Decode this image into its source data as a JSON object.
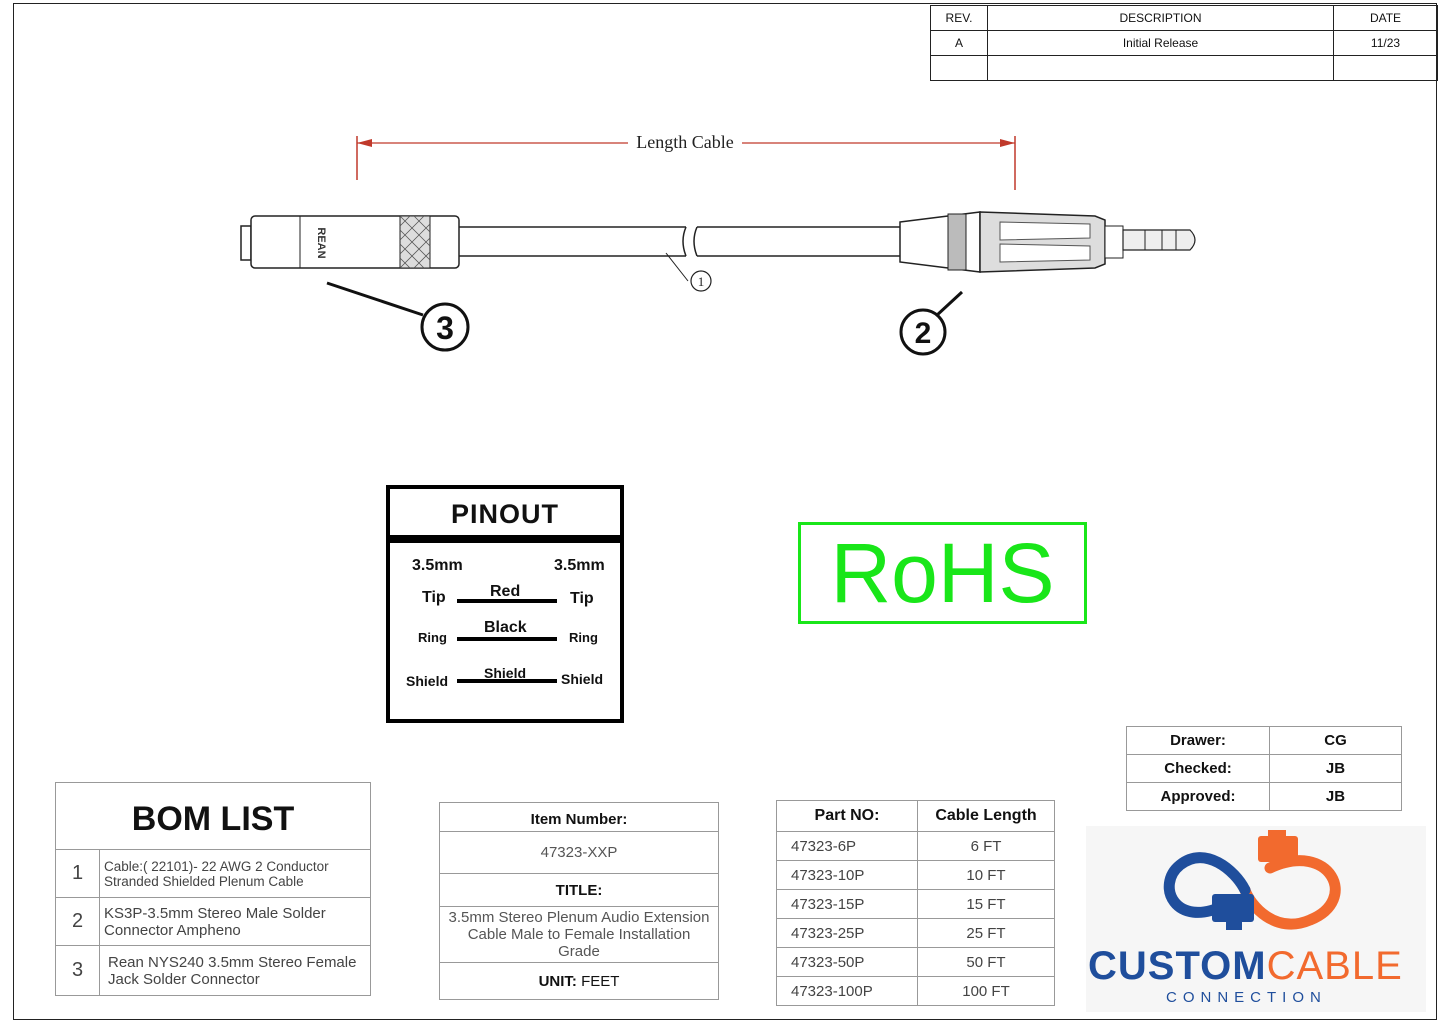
{
  "revision_table": {
    "headers": [
      "REV.",
      "DESCRIPTION",
      "DATE"
    ],
    "rows": [
      [
        "A",
        "Initial Release",
        "11/23"
      ],
      [
        "",
        "",
        ""
      ]
    ]
  },
  "drawing": {
    "length_label": "Length Cable",
    "female_brand": "REAN",
    "callouts": [
      "1",
      "2",
      "3"
    ]
  },
  "pinout": {
    "title": "PINOUT",
    "left_header": "3.5mm",
    "right_header": "3.5mm",
    "rows": [
      {
        "left": "Tip",
        "wire": "Red",
        "right": "Tip"
      },
      {
        "left": "Ring",
        "wire": "Black",
        "right": "Ring"
      },
      {
        "left": "Shield",
        "wire": "Shield",
        "right": "Shield"
      }
    ]
  },
  "rohs": "RoHS",
  "signoff": {
    "rows": [
      {
        "label": "Drawer:",
        "value": "CG"
      },
      {
        "label": "Checked:",
        "value": "JB"
      },
      {
        "label": "Approved:",
        "value": "JB"
      }
    ]
  },
  "bom": {
    "title": "BOM LIST",
    "items": [
      {
        "num": "1",
        "desc": "Cable:( 22101)- 22 AWG 2 Conductor Stranded Shielded Plenum Cable"
      },
      {
        "num": "2",
        "desc": "KS3P-3.5mm Stereo Male Solder Connector Ampheno"
      },
      {
        "num": "3",
        "desc": "Rean NYS240 3.5mm Stereo Female Jack Solder Connector"
      }
    ]
  },
  "item_block": {
    "item_label": "Item Number:",
    "item_value": "47323-XXP",
    "title_label": "TITLE:",
    "title_value": "3.5mm Stereo Plenum Audio Extension Cable Male to Female Installation Grade",
    "unit_label": "UNIT:",
    "unit_value": " FEET"
  },
  "parts": {
    "headers": [
      "Part NO:",
      "Cable Length"
    ],
    "rows": [
      [
        "47323-6P",
        "6 FT"
      ],
      [
        "47323-10P",
        "10 FT"
      ],
      [
        "47323-15P",
        "15 FT"
      ],
      [
        "47323-25P",
        "25 FT"
      ],
      [
        "47323-50P",
        "50 FT"
      ],
      [
        "47323-100P",
        "100 FT"
      ]
    ]
  },
  "logo": {
    "word1": "CUSTOM",
    "word2": "CABLE",
    "sub": "CONNECTION",
    "blue": "#1f4e9c",
    "orange": "#f26a2e"
  }
}
